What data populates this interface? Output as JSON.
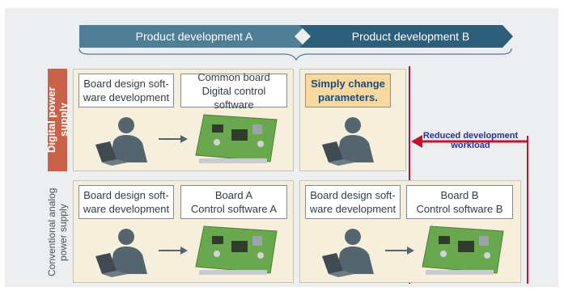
{
  "phases": [
    {
      "label": "Product development A",
      "color": "#4f7f96"
    },
    {
      "label": "Product development B",
      "color": "#2e5f7a"
    }
  ],
  "rows": {
    "digital": {
      "label": "Digital power supply",
      "color": "#c9624a",
      "a_left_box": "Board design soft-\nware development",
      "a_right_box": "Common board\nDigital control software",
      "b_box": "Simply change\nparameters."
    },
    "analog": {
      "label": "Conventional analog\npower supply",
      "a_left_box": "Board design soft-\nware development",
      "a_right_box": "Board A\nControl software A",
      "b_left_box": "Board design soft-\nware development",
      "b_right_box": "Board B\nControl software B"
    }
  },
  "callout": {
    "text": "Reduced development workload",
    "line_color": "#c8102e",
    "text_color": "#2a2f8f"
  },
  "colors": {
    "panel": "#f6efdc",
    "highlight": "#f7d9a0",
    "background": "#eceef0",
    "person": "#55656f",
    "board": "#6aa84f"
  },
  "icons": [
    "person-at-laptop-icon",
    "right-arrow-icon",
    "circuit-board-icon"
  ]
}
